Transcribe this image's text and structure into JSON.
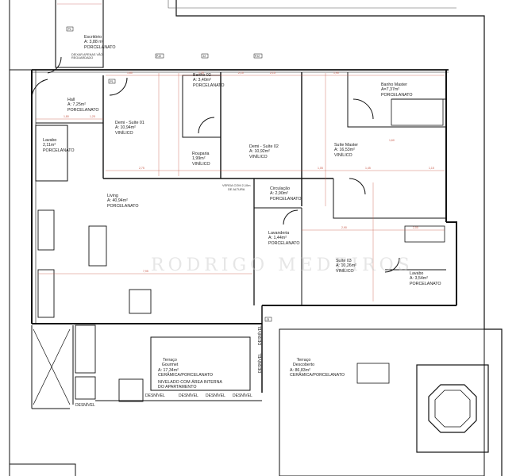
{
  "plan": {
    "watermark": "RODRIGO MEDEIROS",
    "rooms": [
      {
        "id": "escritorio",
        "name": "Escritório",
        "area": "A: 3,88 m²",
        "finish": "PORCELANATO"
      },
      {
        "id": "hall",
        "name": "Hall",
        "area": "A: 7,25m²",
        "finish": "PORCELANATO"
      },
      {
        "id": "demi-suite-01",
        "name": "Demi - Suíte 01",
        "area": "A: 10,94m²",
        "finish": "VINÍLICO"
      },
      {
        "id": "banho-02",
        "name": "Banho 02",
        "area": "A: 3,40m²",
        "finish": "PORCELANATO"
      },
      {
        "id": "rouparia",
        "name": "Rouparia",
        "area": "1,99m²",
        "finish": "VINÍLICO"
      },
      {
        "id": "demi-suite-02",
        "name": "Demi - Suíte 02",
        "area": "A: 10,92m²",
        "finish": "VINÍLICO"
      },
      {
        "id": "suite-master",
        "name": "Suíte Master",
        "area": "A: 16,53m²",
        "finish": "VINÍLICO"
      },
      {
        "id": "banho-master",
        "name": "Banho Master",
        "area": "A=7,37m²",
        "finish": "PORCELANATO"
      },
      {
        "id": "lavabo-left",
        "name": "Lavabo",
        "area": "2,11m²",
        "finish": "PORCELANATO"
      },
      {
        "id": "living",
        "name": "Living",
        "area": "A: 40,94m²",
        "finish": "PORCELANATO"
      },
      {
        "id": "circulacao",
        "name": "Circulação",
        "area": "A: 2,90m²",
        "finish": "PORCELANATO"
      },
      {
        "id": "lavanderia",
        "name": "Lavanderia",
        "area": "A: 1,44m²",
        "finish": "PORCELANATO"
      },
      {
        "id": "suite-03",
        "name": "Suíte 03",
        "area": "A: 10,26m²",
        "finish": "VINÍLICO"
      },
      {
        "id": "lavabo-right",
        "name": "Lavabo",
        "area": "A: 3,54m²",
        "finish": "PORCELANATO"
      },
      {
        "id": "terraco-gourmet",
        "name": "Terraço Gourmet",
        "area": "A: 17,34m²",
        "finish": "CERÂMICA/PORCELANATO",
        "note": "NIVELADO COM ÁREA INTERNA DO APARTAMENTO"
      },
      {
        "id": "terraco-descoberto",
        "name": "Terraço Descoberto",
        "area": "A: 86,83m²",
        "finish": "CERÂMICA/PORCELANATO"
      }
    ],
    "notes": {
      "escritorio_note_1": "DEIXAR APENAS VÃO",
      "escritorio_note_2": "REGUARDADO",
      "verga_1": "VERGA COM 2,10m",
      "verga_2": "DE ALTURA"
    },
    "desnivel_label": "DESNÍVEL",
    "door_tags": {
      "door": "P1",
      "window": "J2",
      "pivot": "PJ2",
      "tag_j3": "J3"
    },
    "dimensions": [
      "1,80",
      "1,25",
      "1,80",
      "1,20",
      "2,75",
      "2,10",
      "1,05",
      "1,45",
      "1,15",
      "2,15",
      "1,90",
      "7,95",
      "1,60",
      "2,90",
      "2,00"
    ]
  }
}
